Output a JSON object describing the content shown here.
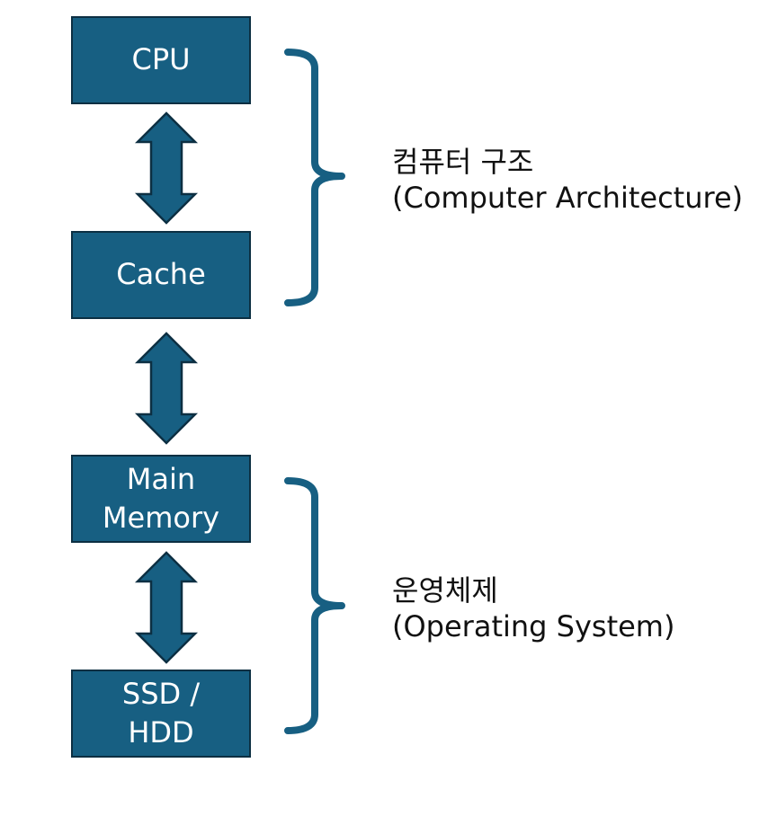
{
  "colors": {
    "box_fill": "#175f82",
    "box_border": "#0c2f42",
    "brace": "#175f82",
    "box_text": "#ffffff"
  },
  "boxes": {
    "cpu": {
      "lines": [
        "CPU"
      ]
    },
    "cache": {
      "lines": [
        "Cache"
      ]
    },
    "memory": {
      "lines": [
        "Main",
        "Memory"
      ]
    },
    "ssd": {
      "lines": [
        "SSD /",
        "HDD"
      ]
    }
  },
  "groups": {
    "architecture": {
      "title": "컴퓨터 구조",
      "subtitle": "(Computer Architecture)"
    },
    "os": {
      "title": "운영체제",
      "subtitle": "(Operating System)"
    }
  },
  "arrows": [
    {
      "from": "cpu",
      "to": "cache",
      "style": "double-headed"
    },
    {
      "from": "cache",
      "to": "memory",
      "style": "double-headed"
    },
    {
      "from": "memory",
      "to": "ssd",
      "style": "double-headed"
    }
  ],
  "icons": {
    "arrow": "double-arrow-vertical-icon",
    "brace": "right-curly-brace-icon"
  }
}
